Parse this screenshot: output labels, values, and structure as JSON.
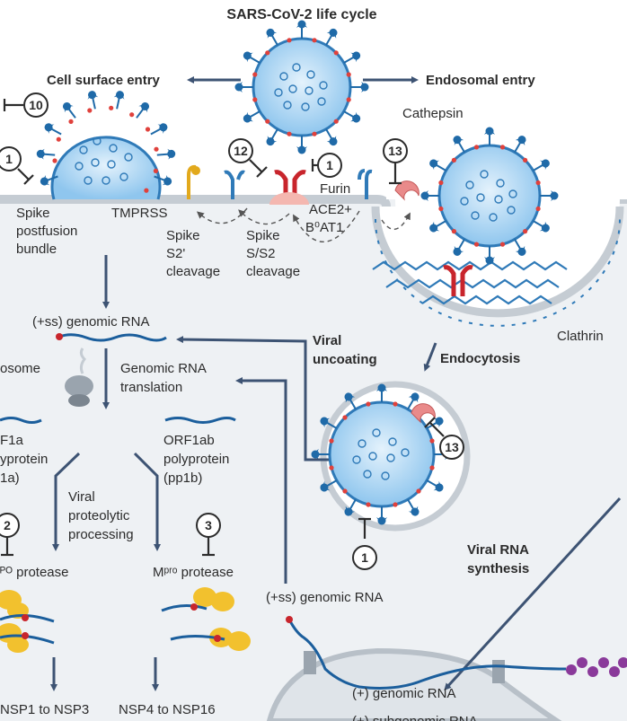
{
  "title": "SARS-CoV-2 life cycle",
  "labels": {
    "cell_surface_entry": "Cell surface entry",
    "endosomal_entry": "Endosomal entry",
    "cathepsin": "Cathepsin",
    "tmprss": "TMPRSS",
    "furin": "Furin",
    "ace2_line1": "ACE2+",
    "ace2_line2": "B⁰AT1",
    "spike_postfusion_1": "Spike",
    "spike_postfusion_2": "postfusion",
    "spike_postfusion_3": "bundle",
    "spike_s2p_1": "Spike",
    "spike_s2p_2": "S2'",
    "spike_s2p_3": "cleavage",
    "spike_s1s2_1": "Spike",
    "spike_s1s2_2": "S/S2",
    "spike_s1s2_3": "cleavage",
    "clathrin": "Clathrin",
    "ss_genomic_rna_top": "(+ss) genomic RNA",
    "ribosome": "osome",
    "genomic_translation_1": "Genomic RNA",
    "genomic_translation_2": "translation",
    "viral_uncoating_1": "Viral",
    "viral_uncoating_2": "uncoating",
    "endocytosis": "Endocytosis",
    "orf1a_1": "F1a",
    "orf1a_2": "yprotein",
    "orf1a_3": "1a)",
    "orf1ab_1": "ORF1ab",
    "orf1ab_2": "polyprotein",
    "orf1ab_3": "(pp1b)",
    "viral_proteolytic_1": "Viral",
    "viral_proteolytic_2": "proteolytic",
    "viral_proteolytic_3": "processing",
    "plpro_protease": "ᴾᴼ protease",
    "mpro_protease": "Mᵖʳᵒ protease",
    "viral_rna_synthesis_1": "Viral RNA",
    "viral_rna_synthesis_2": "synthesis",
    "ss_genomic_rna_bottom": "(+ss) genomic RNA",
    "nsp1_3": "NSP1 to NSP3",
    "nsp4_16": "NSP4 to NSP16",
    "plus_genomic_rna": "(+) genomic RNA",
    "plus_subgenomic_rna": "(+) subgenomic RNA"
  },
  "inhibitors": [
    "10",
    "1",
    "12",
    "1",
    "13",
    "13",
    "2",
    "3",
    "1"
  ],
  "colors": {
    "virion_fill": "#a8d4f2",
    "virion_core": "#2f7ab8",
    "spike": "#1f6aa8",
    "arrow": "#3d5373",
    "membrane": "#d8dde2",
    "ace2": "#c8252c",
    "tmprss": "#e2a91c",
    "cathepsin": "#e98a8a",
    "protease": "#f2c12e",
    "rna": "#1b5e9c",
    "rna_cap": "#c8252c",
    "nucleocapsid": "#8a3a9a"
  }
}
